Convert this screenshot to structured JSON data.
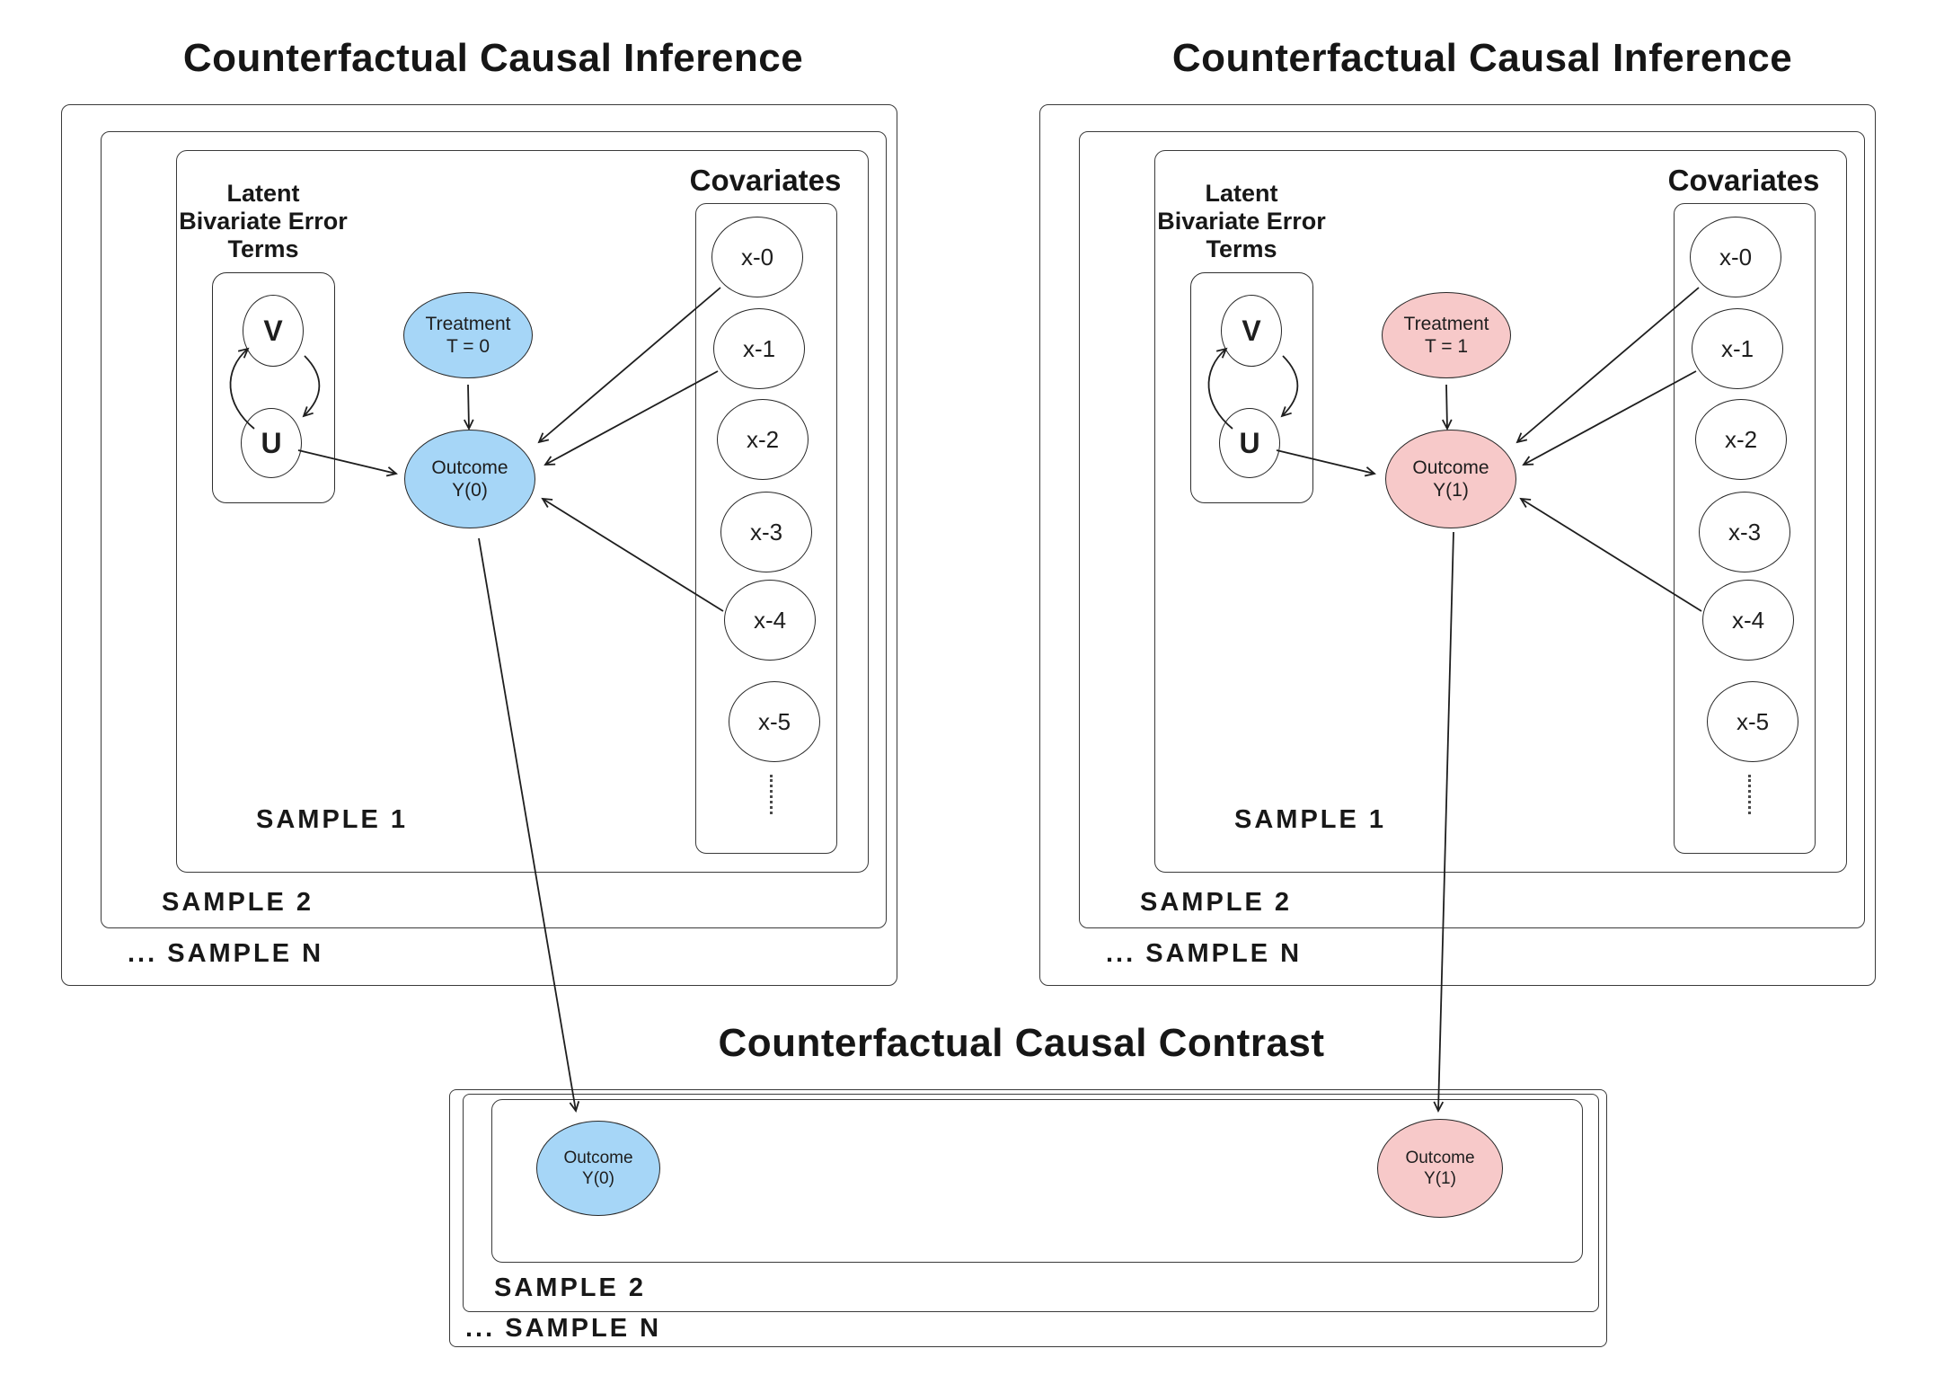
{
  "colors": {
    "control_fill": "#a6d6f7",
    "treated_fill": "#f7c9c9",
    "stroke": "#1e1e1e"
  },
  "left_panel": {
    "title": "Counterfactual Causal Inference",
    "latent_label": [
      "Latent",
      "Bivariate Error",
      "Terms"
    ],
    "v_node": "V",
    "u_node": "U",
    "treatment": [
      "Treatment",
      "T = 0"
    ],
    "outcome": [
      "Outcome",
      "Y(0)"
    ],
    "covariates_title": "Covariates",
    "covariates": [
      "x-0",
      "x-1",
      "x-2",
      "x-3",
      "x-4",
      "x-5"
    ],
    "sample_labels": [
      "SAMPLE 1",
      "SAMPLE 2",
      "... SAMPLE N"
    ]
  },
  "right_panel": {
    "title": "Counterfactual Causal Inference",
    "latent_label": [
      "Latent",
      "Bivariate Error",
      "Terms"
    ],
    "v_node": "V",
    "u_node": "U",
    "treatment": [
      "Treatment",
      "T = 1"
    ],
    "outcome": [
      "Outcome",
      "Y(1)"
    ],
    "covariates_title": "Covariates",
    "covariates": [
      "x-0",
      "x-1",
      "x-2",
      "x-3",
      "x-4",
      "x-5"
    ],
    "sample_labels": [
      "SAMPLE 1",
      "SAMPLE 2",
      "... SAMPLE N"
    ]
  },
  "contrast_panel": {
    "title": "Counterfactual Causal Contrast",
    "outcome_control": [
      "Outcome",
      "Y(0)"
    ],
    "outcome_treated": [
      "Outcome",
      "Y(1)"
    ],
    "sample_labels": [
      "SAMPLE 2",
      "... SAMPLE N"
    ]
  }
}
